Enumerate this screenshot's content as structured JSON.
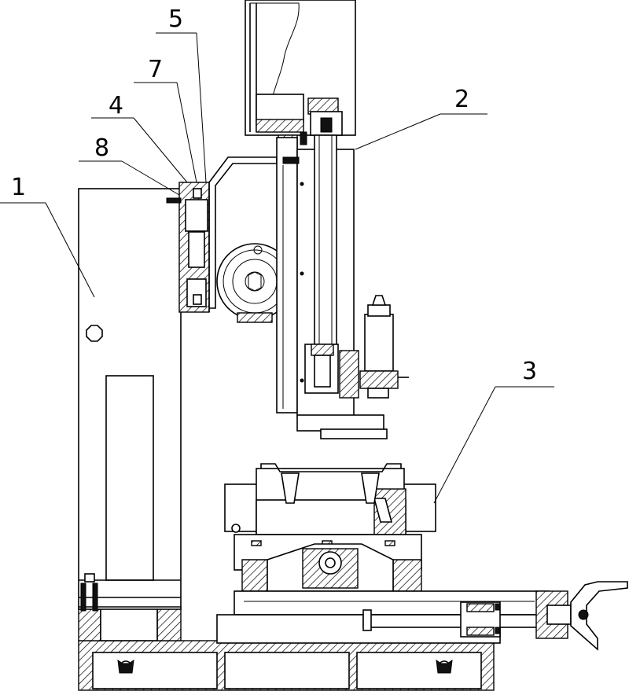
{
  "labels": {
    "part_1": "1",
    "part_2": "2",
    "part_3": "3",
    "part_4": "4",
    "part_5": "5",
    "part_7": "7",
    "part_8": "8"
  }
}
